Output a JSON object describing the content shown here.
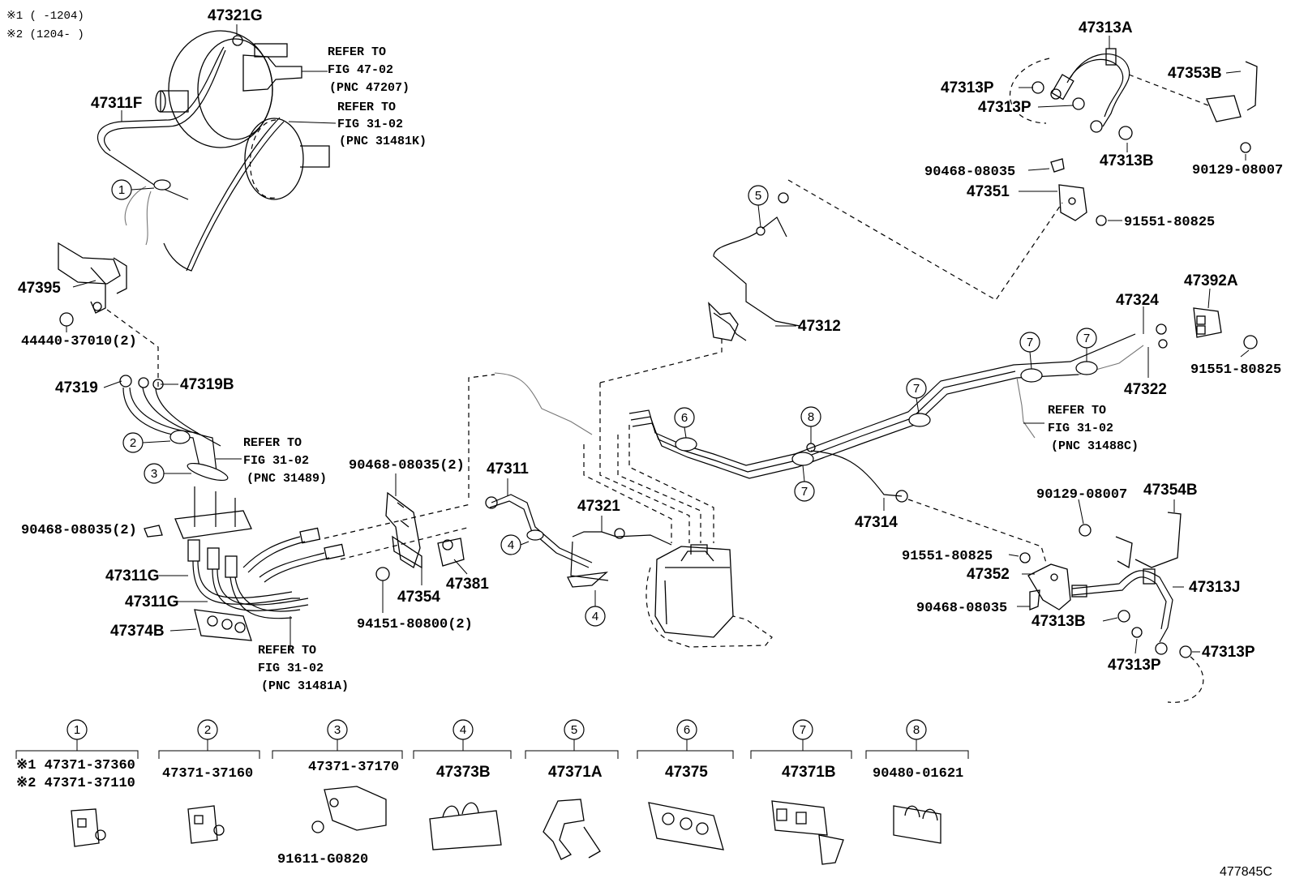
{
  "header_notes": {
    "note1": "※1 (     -1204)",
    "note2": "※2 (1204-     )"
  },
  "figure_id": "477845C",
  "callouts": {
    "c47321G": "47321G",
    "c47311F": "47311F",
    "c47395": "47395",
    "c44440": "44440-37010(2)",
    "c47319": "47319",
    "c47319B": "47319B",
    "c90468a": "90468-08035(2)",
    "c47311Ga": "47311G",
    "c47311Gb": "47311G",
    "c47374B": "47374B",
    "c90468b": "90468-08035(2)",
    "c47311": "47311",
    "c47354": "47354",
    "c47381": "47381",
    "c94151": "94151-80800(2)",
    "c47321": "47321",
    "c47312": "47312",
    "c47314": "47314",
    "c47313A": "47313A",
    "c47353B": "47353B",
    "c47313Pa": "47313P",
    "c47313Pb": "47313P",
    "c47313B": "47313B",
    "c90468c": "90468-08035",
    "c90129a": "90129-08007",
    "c47351": "47351",
    "c91551a": "91551-80825",
    "c47392A": "47392A",
    "c47324": "47324",
    "c91551b": "91551-80825",
    "c47322": "47322",
    "c90129b": "90129-08007",
    "c47354B": "47354B",
    "c91551c": "91551-80825",
    "c47352": "47352",
    "c47313J": "47313J",
    "c90468d": "90468-08035",
    "c47313Bb": "47313B",
    "c47313Pc": "47313P",
    "c47313Pd": "47313P"
  },
  "references": [
    {
      "l1": "REFER TO",
      "l2": "FIG 47-02",
      "l3": "(PNC 47207)"
    },
    {
      "l1": "REFER TO",
      "l2": "FIG 31-02",
      "l3": "(PNC 31481K)"
    },
    {
      "l1": "REFER TO",
      "l2": "FIG 31-02",
      "l3": "(PNC 31489)"
    },
    {
      "l1": "REFER TO",
      "l2": "FIG 31-02",
      "l3": "(PNC 31481A)"
    },
    {
      "l1": "REFER TO",
      "l2": "FIG 31-02",
      "l3": "(PNC 31488C)"
    }
  ],
  "diagram_markers": [
    "1",
    "2",
    "3",
    "4",
    "4",
    "5",
    "6",
    "7",
    "7",
    "7",
    "7",
    "8"
  ],
  "legend": [
    {
      "num": "1",
      "lines": [
        "※1 47371-37360",
        "※2 47371-37110"
      ]
    },
    {
      "num": "2",
      "lines": [
        "47371-37160"
      ]
    },
    {
      "num": "3",
      "lines": [
        "47371-37170"
      ],
      "extra": "91611-G0820"
    },
    {
      "num": "4",
      "lines": [
        "47373B"
      ]
    },
    {
      "num": "5",
      "lines": [
        "47371A"
      ]
    },
    {
      "num": "6",
      "lines": [
        "47375"
      ]
    },
    {
      "num": "7",
      "lines": [
        "47371B"
      ]
    },
    {
      "num": "8",
      "lines": [
        "90480-01621"
      ]
    }
  ]
}
